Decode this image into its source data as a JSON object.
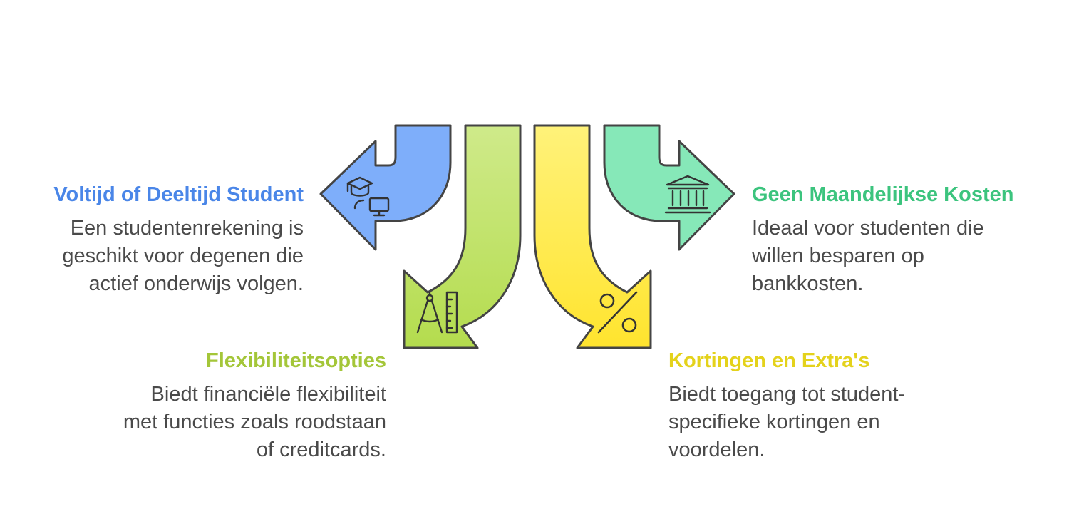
{
  "items": [
    {
      "title": "Voltijd of Deeltijd Student",
      "description": "Een studentenrekening is\ngeschikt voor degenen die\nactief onderwijs volgen.",
      "color": "#4A86E8",
      "fill": "#7EAEFA",
      "icon": "student-computer-icon"
    },
    {
      "title": "Flexibiliteitsopties",
      "description": "Biedt financiële flexibiliteit\nmet functies zoals roodstaan\nof creditcards.",
      "color": "#A4C639",
      "fill": "#C8E67C",
      "icon": "compass-ruler-icon"
    },
    {
      "title": "Kortingen en Extra's",
      "description": "Biedt toegang tot student-\nspecifieke kortingen en\nvoordelen.",
      "color": "#E4D21B",
      "fill": "#FFEE5C",
      "icon": "percent-icon"
    },
    {
      "title": "Geen Maandelijkse Kosten",
      "description": "Ideaal voor studenten die\nwillen besparen op\nbankkosten.",
      "color": "#3CC47E",
      "fill": "#86E8B8",
      "icon": "bank-icon"
    }
  ]
}
